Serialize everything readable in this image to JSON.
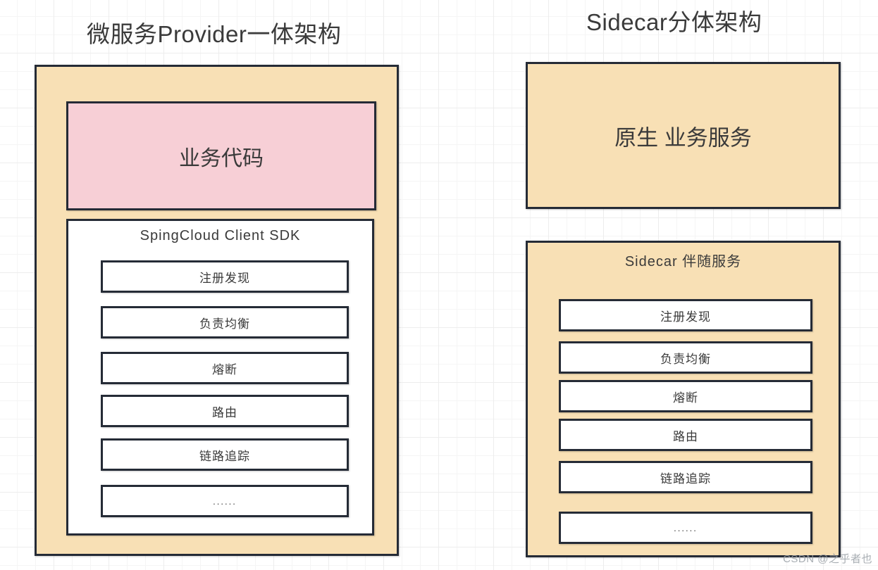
{
  "titles": {
    "left": "微服务Provider一体架构",
    "right": "Sidecar分体架构"
  },
  "left_panel": {
    "business_code_label": "业务代码",
    "sdk_label": "SpingCloud  Client  SDK",
    "capabilities": [
      "注册发现",
      "负责均衡",
      "熔断",
      "路由",
      "链路追踪",
      "......"
    ]
  },
  "right_panel": {
    "native_service_label": "原生 业务服务",
    "sidecar_label": "Sidecar  伴随服务",
    "capabilities": [
      "注册发现",
      "负责均衡",
      "熔断",
      "路由",
      "链路追踪",
      "......"
    ]
  },
  "watermark": "CSDN @之乎者也",
  "colors": {
    "panel_fill": "#f8e0b5",
    "business_code_fill": "#f7cfd6",
    "item_fill": "#ffffff",
    "stroke": "#252b36",
    "text": "#3a3a3a",
    "grid_line": "#ededed",
    "background": "#ffffff"
  }
}
